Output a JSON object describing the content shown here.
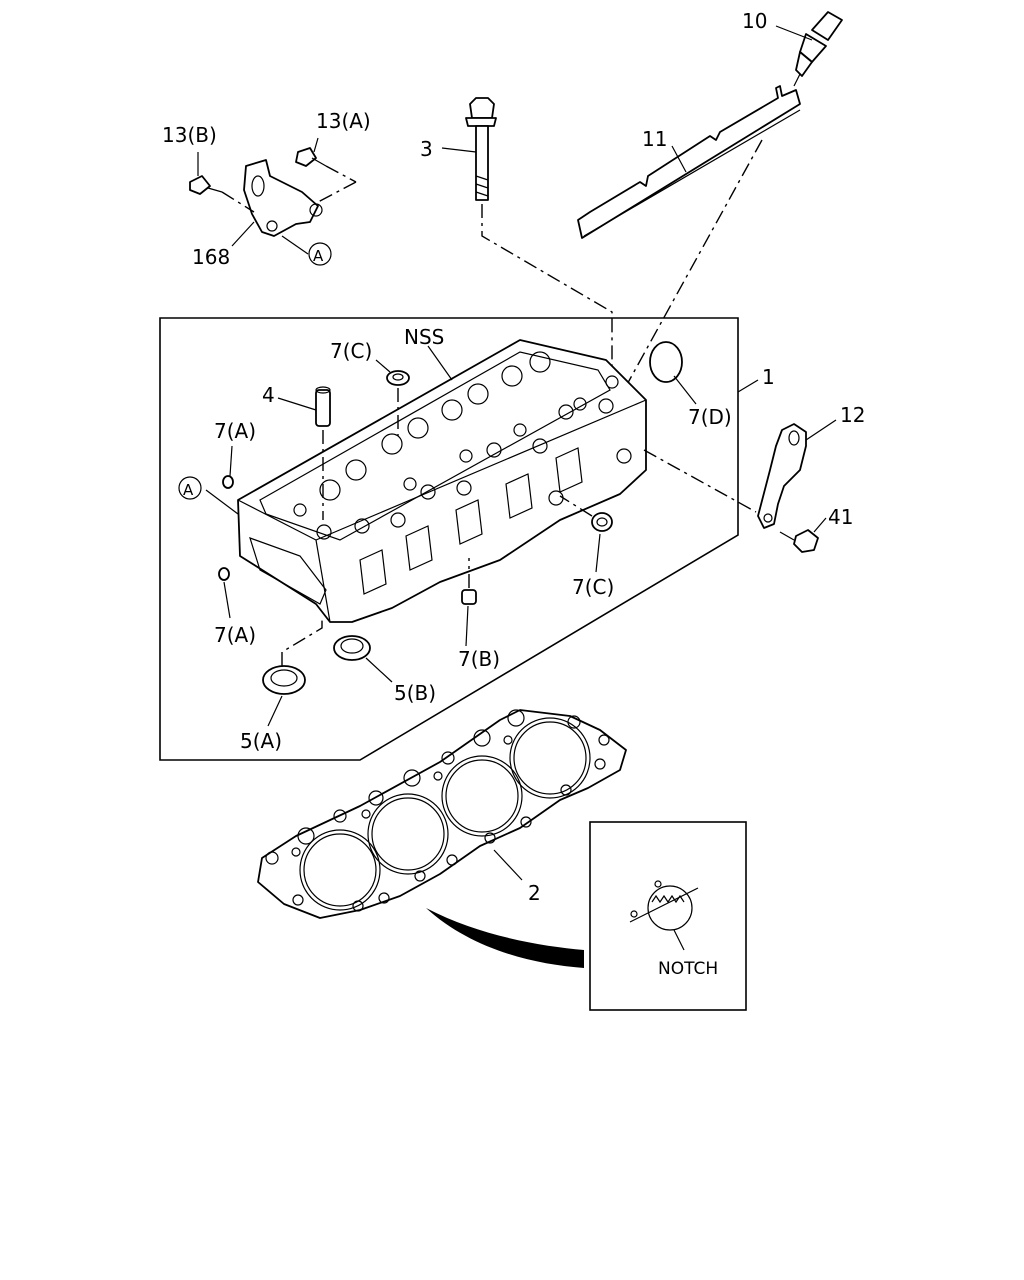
{
  "labels": {
    "p10": "10",
    "p11": "11",
    "p13b": "13(B)",
    "p13a": "13(A)",
    "p3": "3",
    "p168": "168",
    "circleA_top": "A",
    "nss": "NSS",
    "p7c_top": "7(C)",
    "p1": "1",
    "p4": "4",
    "p7d": "7(D)",
    "p12": "12",
    "p7a_top": "7(A)",
    "circleA_left": "A",
    "p41": "41",
    "p7c_right": "7(C)",
    "p7a_bottom": "7(A)",
    "p7b": "7(B)",
    "p5b": "5(B)",
    "p5a": "5(A)",
    "p2": "2",
    "notch": "NOTCH"
  }
}
